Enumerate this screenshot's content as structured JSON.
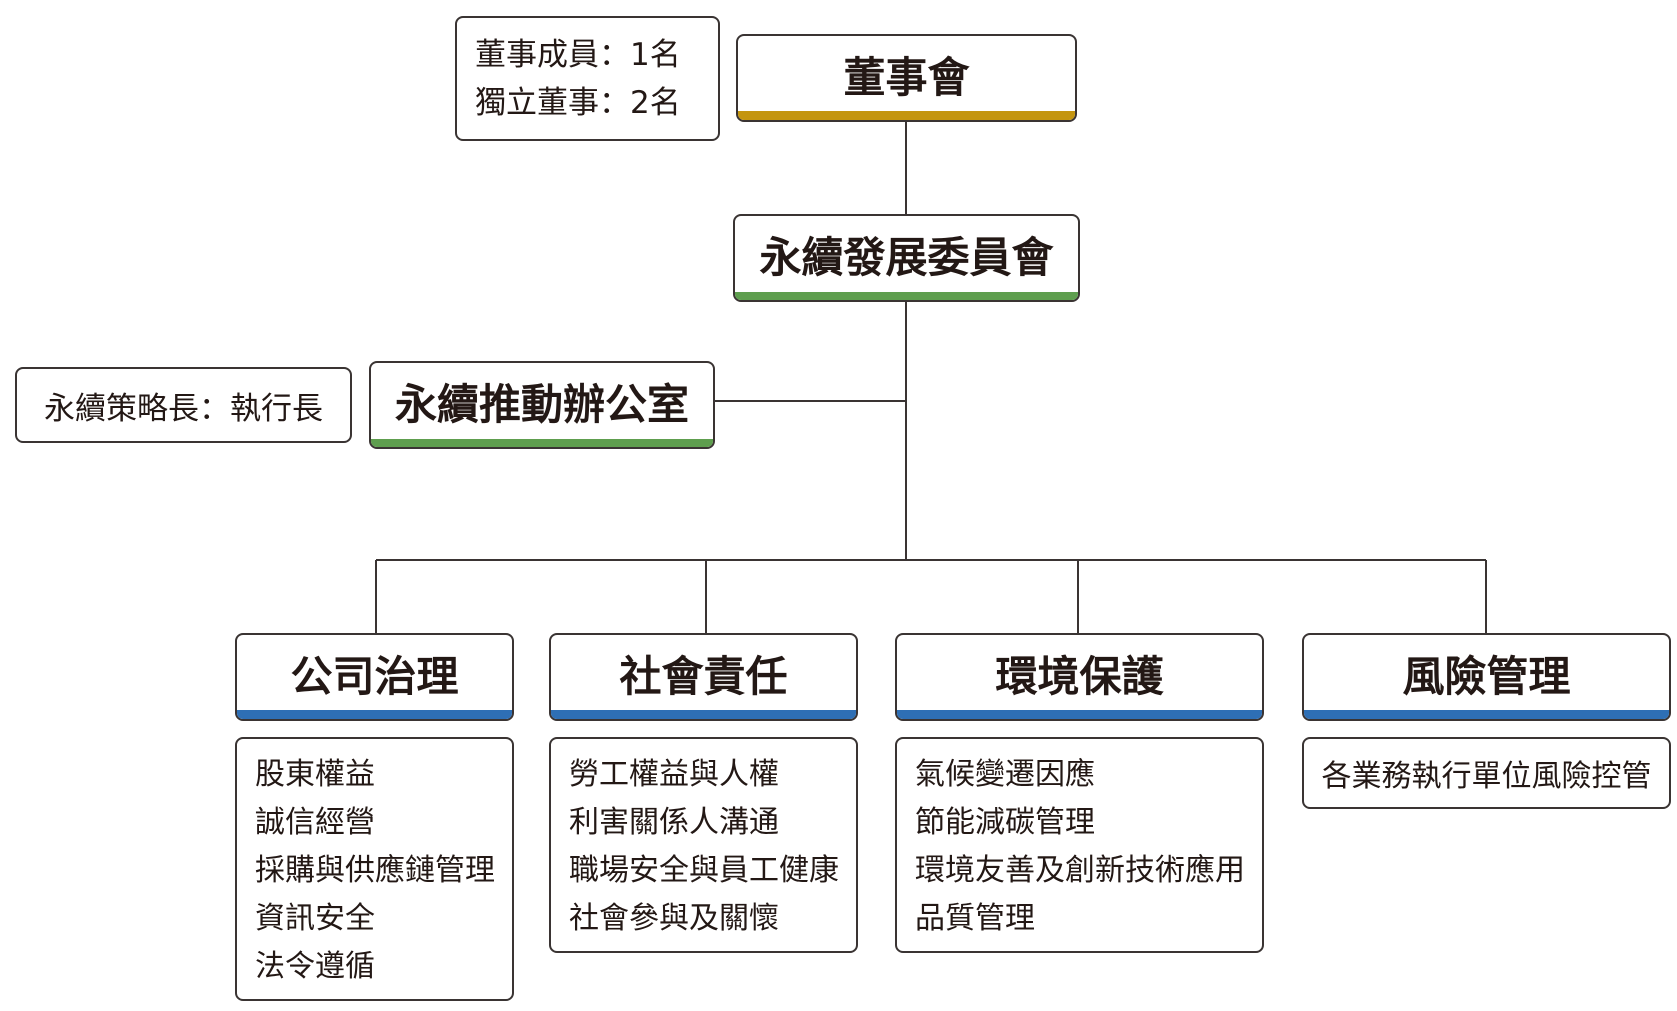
{
  "board": {
    "title": "董事會",
    "note_lines": [
      "董事成員：1名",
      "獨立董事：2名"
    ]
  },
  "committee": {
    "title": "永續發展委員會"
  },
  "office": {
    "title": "永續推動辦公室",
    "note": "永續策略長：執行長"
  },
  "pillars": [
    {
      "title": "公司治理",
      "items": [
        "股東權益",
        "誠信經營",
        "採購與供應鏈管理",
        "資訊安全",
        "法令遵循"
      ]
    },
    {
      "title": "社會責任",
      "items": [
        "勞工權益與人權",
        "利害關係人溝通",
        "職場安全與員工健康",
        "社會參與及關懷"
      ]
    },
    {
      "title": "環境保護",
      "items": [
        "氣候變遷因應",
        "節能減碳管理",
        "環境友善及創新技術應用",
        "品質管理"
      ]
    },
    {
      "title": "風險管理",
      "items": [
        "各業務執行單位風險控管"
      ]
    }
  ],
  "colors": {
    "board_accent": "#c4950f",
    "committee_accent": "#5e9e4e",
    "pillar_accent": "#2e6fb5",
    "border": "#3a3433",
    "text": "#231815"
  }
}
